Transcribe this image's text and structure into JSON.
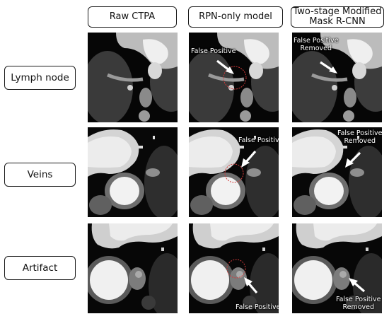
{
  "columns": [
    {
      "line1": "Raw CTPA",
      "line2": ""
    },
    {
      "line1": "RPN-only model",
      "line2": ""
    },
    {
      "line1": "Two-stage Modified",
      "line2": "Mask R-CNN"
    }
  ],
  "rows": [
    {
      "label": "Lymph node"
    },
    {
      "label": "Veins"
    },
    {
      "label": "Artifact"
    }
  ],
  "annotations": {
    "lymph_rpn": "False Positive",
    "lymph_two_line1": "False Positive",
    "lymph_two_line2": "Removed",
    "veins_rpn": "False Positive",
    "veins_two_line1": "False Positive",
    "veins_two_line2": "Removed",
    "artifact_rpn": "False Positive",
    "artifact_two_line1": "False Positive",
    "artifact_two_line2": "Removed"
  },
  "colors": {
    "detection_circle": "#d23a3a",
    "arrow": "#ffffff",
    "background": "#ffffff"
  }
}
